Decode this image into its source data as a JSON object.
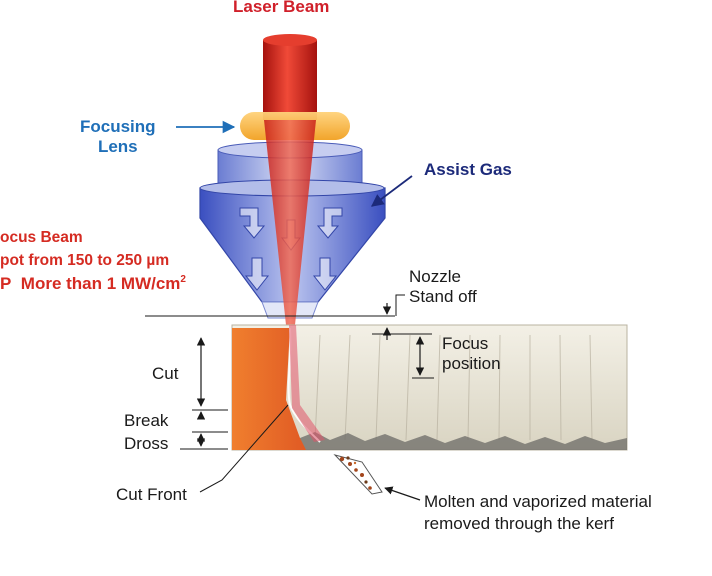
{
  "colors": {
    "beam": "#d32a1f",
    "lens": "#f6b33a",
    "nozzle_blue": "#5a6ccf",
    "assist_gas": "#1c2a7a",
    "focusing_lens": "#1f6fb8",
    "spec_red": "#d52b22",
    "workpiece_cut": "#e8742c",
    "workpiece_body": "#ece8dc"
  },
  "labels": {
    "laser_beam": "Laser Beam",
    "focusing_lens_line1": "Focusing",
    "focusing_lens_line2": "Lens",
    "assist_gas": "Assist Gas",
    "focus_beam_line1": "ocus Beam",
    "focus_beam_line2": "pot from 150 to 250 µm",
    "focus_beam_line3_prefix": "P",
    "focus_beam_line3": "More than 1 MW/cm",
    "focus_beam_line3_sup": "2",
    "nozzle_line1": "Nozzle",
    "nozzle_line2": "Stand off",
    "focus_position_line1": "Focus",
    "focus_position_line2": "position",
    "cut": "Cut",
    "break": "Break",
    "dross": "Dross",
    "cut_front": "Cut Front",
    "molten_line1": "Molten and vaporized material",
    "molten_line2": "removed through the kerf"
  }
}
